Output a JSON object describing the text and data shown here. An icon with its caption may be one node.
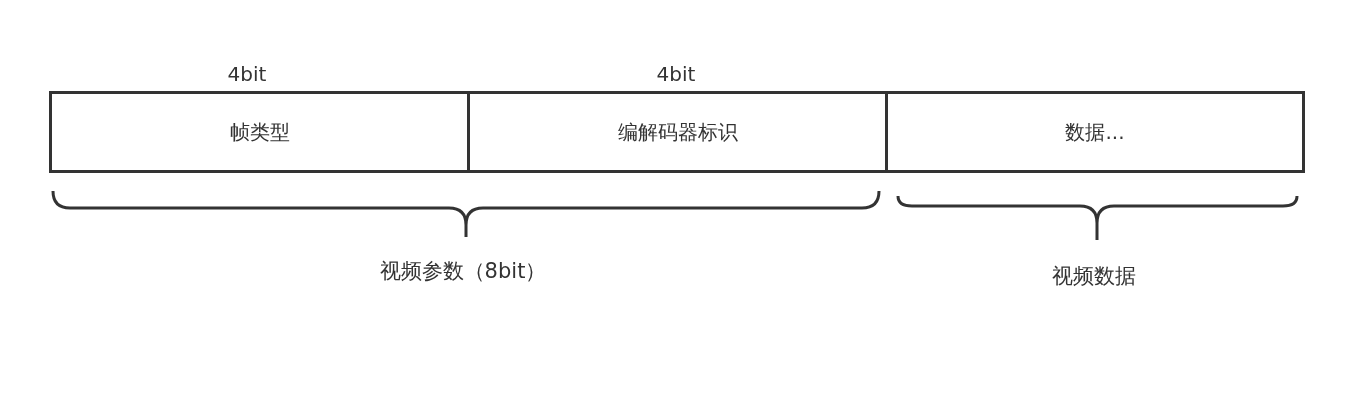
{
  "diagram": {
    "nodes": [
      {
        "text": [
          "帧类型"
        ],
        "beside": [
          "4bit"
        ]
      },
      {
        "text": [
          "编解码器标识"
        ],
        "beside": [
          "4bit"
        ]
      },
      {
        "text": [
          "数据..."
        ]
      }
    ],
    "labels": [
      "视频参数（8bit）",
      "视频数据"
    ]
  }
}
